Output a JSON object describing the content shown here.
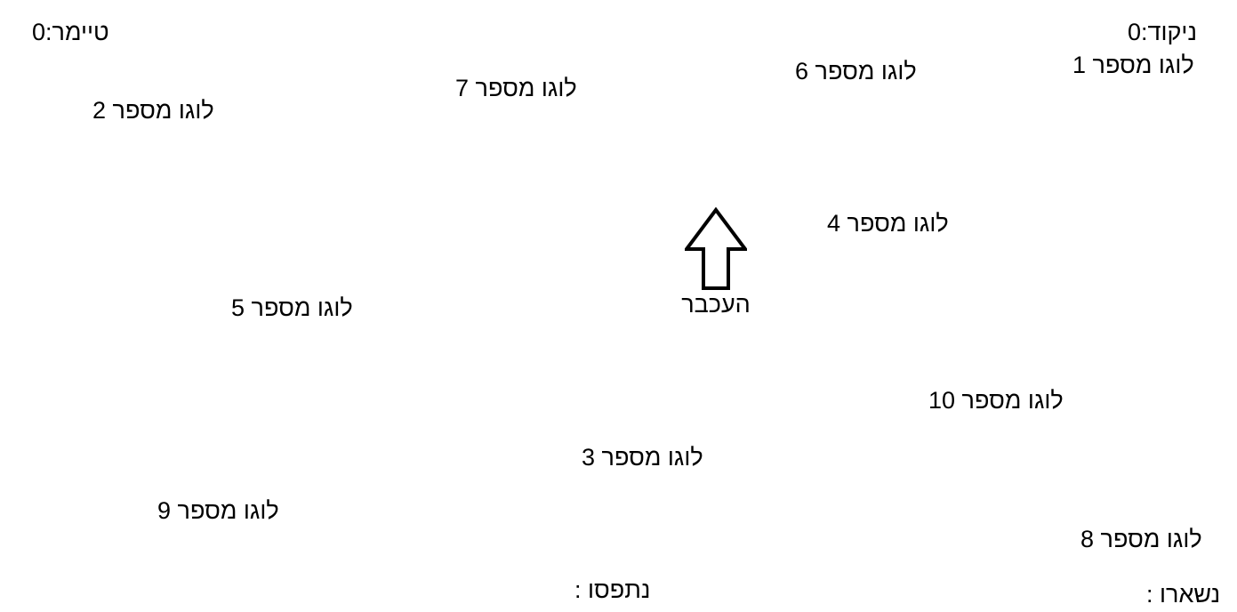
{
  "hud": {
    "timer": "טיימר:0",
    "score": "ניקוד:0",
    "caught": "נתפסו :",
    "remaining": "נשארו :"
  },
  "player": {
    "label": "העכבר",
    "icon": "up-arrow-icon"
  },
  "logos": [
    {
      "label": "לוגו מספר 1"
    },
    {
      "label": "לוגו מספר 2"
    },
    {
      "label": "לוגו מספר 3"
    },
    {
      "label": "לוגו מספר 4"
    },
    {
      "label": "לוגו מספר 5"
    },
    {
      "label": "לוגו מספר 6"
    },
    {
      "label": "לוגו מספר 7"
    },
    {
      "label": "לוגו מספר 8"
    },
    {
      "label": "לוגו מספר 9"
    },
    {
      "label": "לוגו מספר 10"
    }
  ]
}
